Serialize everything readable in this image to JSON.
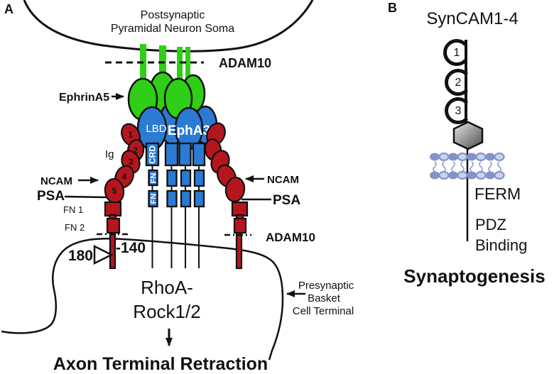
{
  "colors": {
    "green": "#2fce17",
    "blue": "#2b7bd4",
    "red": "#b5161d",
    "lipid": "#8493c7",
    "lipid_light": "#cbd3ec",
    "hex_light": "#e2e2e2",
    "hex_dark": "#4d4d4d"
  },
  "panel_a": {
    "label": "A",
    "soma_line1": "Postsynaptic",
    "soma_line2": "Pyramidal Neuron Soma",
    "adam10_top": "ADAM10",
    "ephrin_label": "EphrinA5",
    "lbd_label": "LBD",
    "epha3_label": "EphA3",
    "crd_label": "CRD",
    "fn_labels": [
      "FN",
      "FN"
    ],
    "ig_label": "Ig",
    "ig_domain_numbers": [
      "1",
      "2",
      "3",
      "4",
      "5"
    ],
    "ncam_left": "NCAM",
    "psa_left": "PSA",
    "fn1_label": "FN 1",
    "fn2_label": "FN 2",
    "ncam_right": "NCAM",
    "psa_right": "PSA",
    "adam10_right": "ADAM10",
    "isoform_180": "180",
    "isoform_140": "-140",
    "rhoa_line1": "RhoA-",
    "rhoa_line2": "Rock1/2",
    "presynaptic_line1": "Presynaptic",
    "presynaptic_line2": "Basket",
    "presynaptic_line3": "Cell Terminal",
    "outcome": "Axon Terminal Retraction"
  },
  "panel_b": {
    "label": "B",
    "title": "SynCAM1-4",
    "ig_loop_numbers": [
      "1",
      "2",
      "3"
    ],
    "ferm_label": "FERM",
    "pdz_line1": "PDZ",
    "pdz_line2": "Binding",
    "outcome": "Synaptogenesis"
  }
}
